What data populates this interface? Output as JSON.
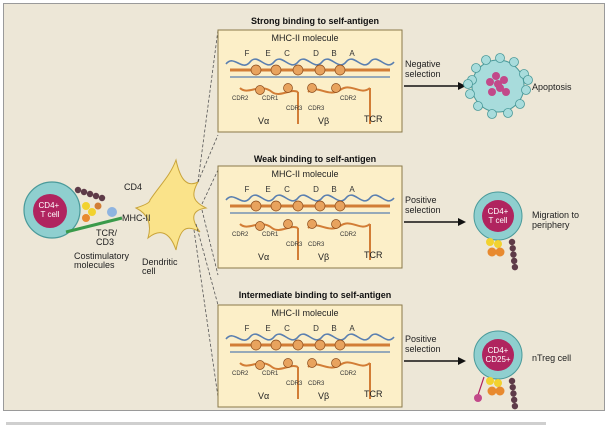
{
  "left_panel": {
    "cd4_tcell": "CD4+\nT cell",
    "cd4": "CD4",
    "tcr_cd3": "TCR/\nCD3",
    "mhc_ii": "MHC-II",
    "costimulatory": "Costimulatory\nmolecules",
    "dendritic_cell": "Dendritic\ncell"
  },
  "panels": [
    {
      "heading": "Strong binding to self-antigen",
      "mhc_label": "MHC-II molecule",
      "letters": [
        "F",
        "E",
        "C",
        "D",
        "B",
        "A"
      ],
      "cdr_labels": [
        "CDR2",
        "CDR1",
        "CDR3",
        "CDR3",
        "CDR2"
      ],
      "v_alpha": "Vα",
      "v_beta": "Vβ",
      "tcr": "TCR",
      "selection": "Negative\nselection",
      "outcome": "Apoptosis"
    },
    {
      "heading": "Weak binding to self-antigen",
      "mhc_label": "MHC-II molecule",
      "letters": [
        "F",
        "E",
        "C",
        "D",
        "B",
        "A"
      ],
      "cdr_labels": [
        "CDR2",
        "CDR1",
        "CDR3",
        "CDR3",
        "CDR2"
      ],
      "v_alpha": "Vα",
      "v_beta": "Vβ",
      "tcr": "TCR",
      "selection": "Positive\nselection",
      "cell_label": "CD4+\nT cell",
      "outcome": "Migration to\nperiphery"
    },
    {
      "heading": "Intermediate binding to self-antigen",
      "mhc_label": "MHC-II molecule",
      "letters": [
        "F",
        "E",
        "C",
        "D",
        "B",
        "A"
      ],
      "cdr_labels": [
        "CDR2",
        "CDR1",
        "CDR3",
        "CDR3",
        "CDR2"
      ],
      "v_alpha": "Vα",
      "v_beta": "Vβ",
      "tcr": "TCR",
      "selection": "Positive\nselection",
      "cell_label": "CD4+\nCD25+",
      "outcome": "nTreg cell"
    }
  ],
  "colors": {
    "background": "#ede7d7",
    "panel_fill": "#fcefc8",
    "panel_border": "#8a7a4a",
    "mhc_line": "#5a7fb0",
    "tcr_orange": "#d27d36",
    "cell_teal": "#8fcfcf",
    "nucleus_magenta": "#b0245f",
    "dendritic_yellow": "#fae38a"
  }
}
